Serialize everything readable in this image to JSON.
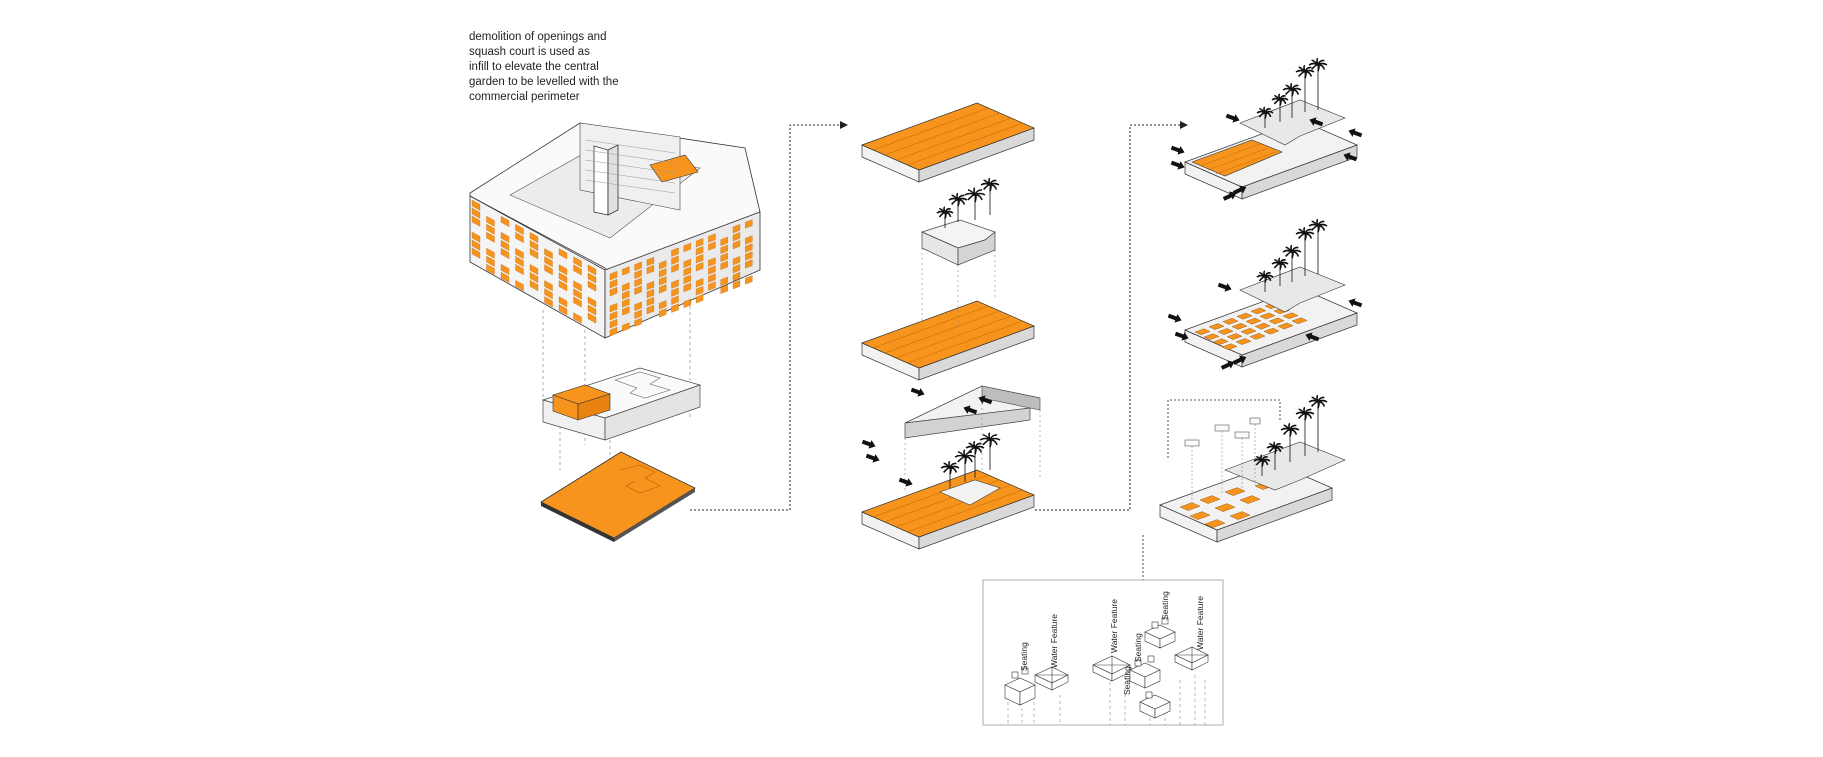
{
  "caption": {
    "lines": [
      "demolition of openings and",
      "squash court is used as",
      "infill to elevate the central",
      "garden to be levelled with the",
      "commercial perimeter"
    ]
  },
  "colors": {
    "accent": "#f7941d",
    "line": "#333333",
    "face_light": "#f2f2f2",
    "face_mid": "#d9d9d9",
    "face_dark": "#bdbdbd",
    "palm": "#111111",
    "dotted": "#222222"
  },
  "detail_labels": {
    "seating_1": "Seating",
    "water_feature_1": "Water Feature",
    "water_feature_2": "Water Feature",
    "seating_2": "Seating",
    "seating_3": "Seating",
    "seating_4": "Seating",
    "water_feature_3": "Water Feature"
  },
  "icons": [
    "arrow-icon",
    "palm-tree-icon"
  ]
}
